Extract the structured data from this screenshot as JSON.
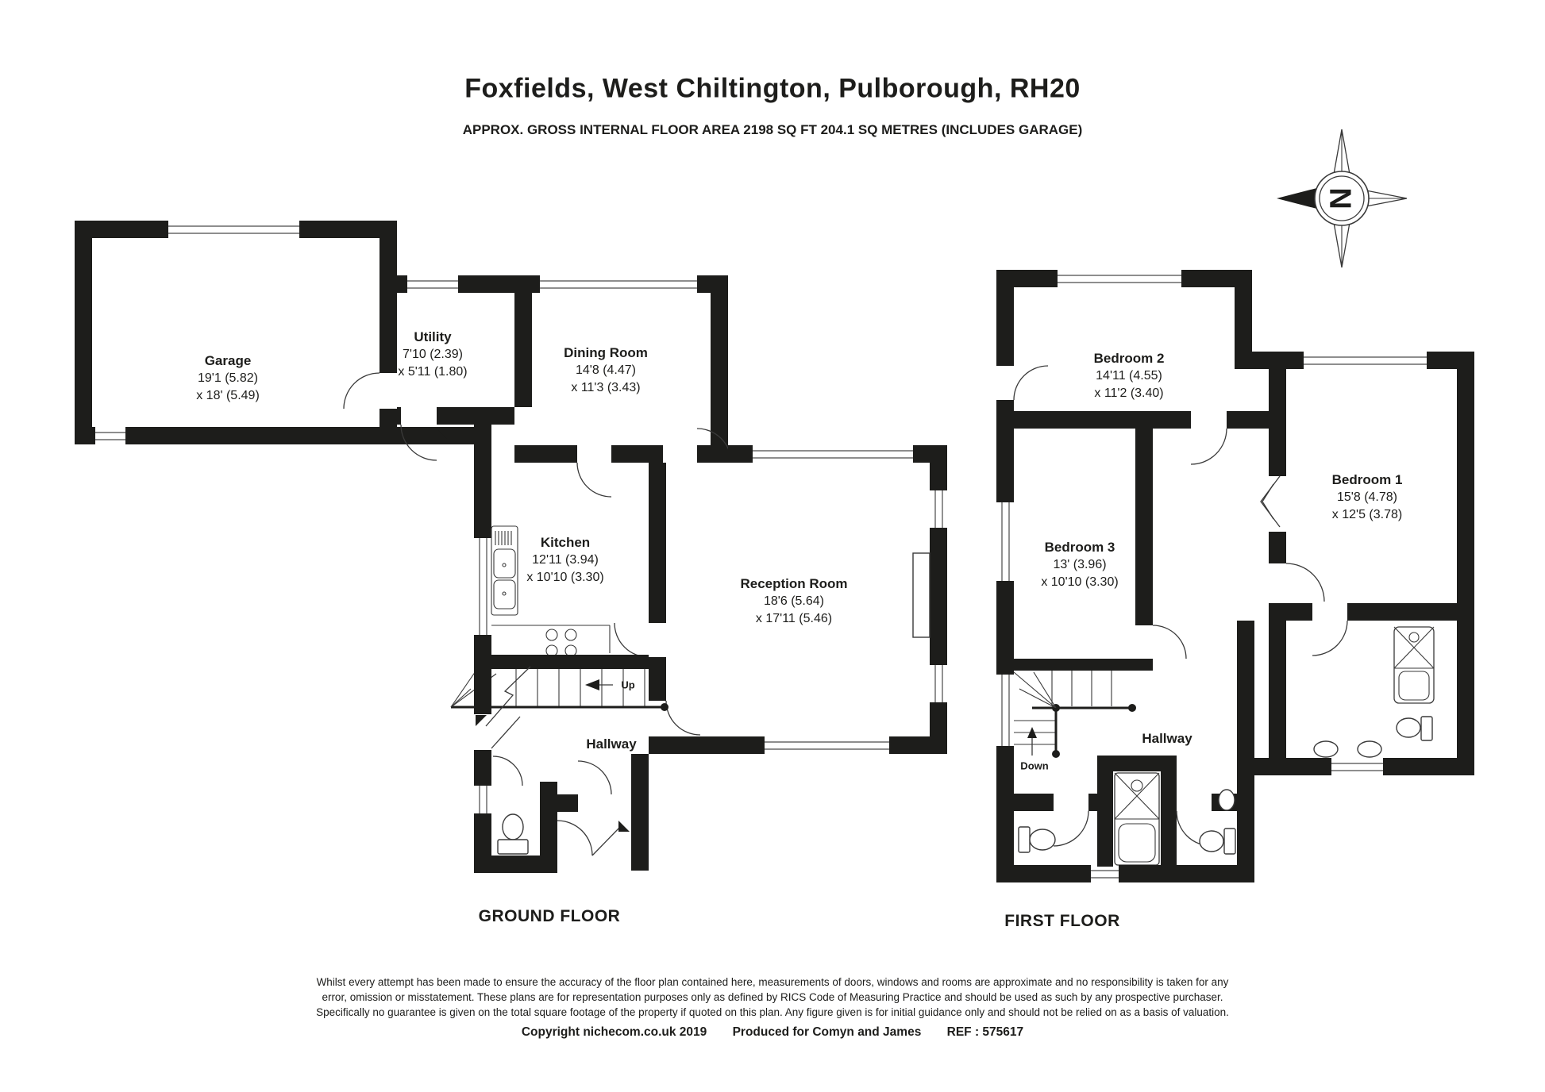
{
  "header": {
    "title": "Foxfields, West Chiltington, Pulborough, RH20",
    "subtitle": "APPROX. GROSS INTERNAL FLOOR AREA 2198 SQ FT 204.1 SQ METRES (INCLUDES GARAGE)"
  },
  "compass": {
    "letter": "N"
  },
  "ground_floor": {
    "label": "GROUND FLOOR",
    "stairs": {
      "label": "Up"
    },
    "rooms": {
      "garage": {
        "name": "Garage",
        "dim1": "19'1 (5.82)",
        "dim2": "x 18' (5.49)"
      },
      "utility": {
        "name": "Utility",
        "dim1": "7'10 (2.39)",
        "dim2": "x 5'11 (1.80)"
      },
      "dining_room": {
        "name": "Dining Room",
        "dim1": "14'8 (4.47)",
        "dim2": "x 11'3 (3.43)"
      },
      "kitchen": {
        "name": "Kitchen",
        "dim1": "12'11 (3.94)",
        "dim2": "x 10'10 (3.30)"
      },
      "reception_room": {
        "name": "Reception Room",
        "dim1": "18'6 (5.64)",
        "dim2": "x 17'11 (5.46)"
      },
      "hallway": {
        "name": "Hallway"
      }
    }
  },
  "first_floor": {
    "label": "FIRST FLOOR",
    "stairs": {
      "label": "Down"
    },
    "rooms": {
      "bedroom_2": {
        "name": "Bedroom 2",
        "dim1": "14'11 (4.55)",
        "dim2": "x 11'2 (3.40)"
      },
      "bedroom_3": {
        "name": "Bedroom 3",
        "dim1": "13' (3.96)",
        "dim2": "x 10'10 (3.30)"
      },
      "bedroom_1": {
        "name": "Bedroom 1",
        "dim1": "15'8 (4.78)",
        "dim2": "x 12'5 (3.78)"
      },
      "hallway": {
        "name": "Hallway"
      }
    }
  },
  "footer": {
    "disclaimer_lines": [
      "Whilst every attempt has been made to ensure the accuracy of the floor plan contained here, measurements of doors, windows and rooms are approximate and no responsibility is taken for any",
      "error, omission or misstatement. These plans are for representation purposes only as defined by RICS Code of Measuring Practice and should be used as such by any prospective purchaser.",
      "Specifically no guarantee is given on the total square footage of the property if quoted on this plan. Any figure given is for initial guidance only and should not be relied on as a basis of valuation."
    ],
    "copyright": "Copyright nichecom.co.uk 2019",
    "produced": "Produced for Comyn and James",
    "ref": "REF : 575617"
  }
}
